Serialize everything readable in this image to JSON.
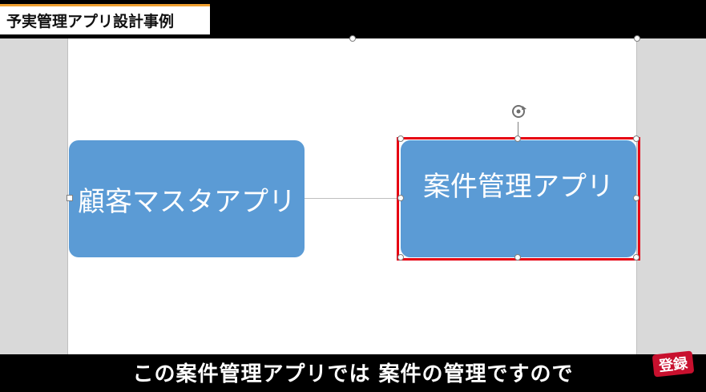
{
  "video": {
    "title": "予実管理アプリ設計事例",
    "subtitle": "この案件管理アプリでは 案件の管理ですので",
    "register_badge": "登録"
  },
  "diagram": {
    "left_shape_label": "顧客マスタアプリ",
    "right_shape_label": "案件管理アプリ"
  },
  "colors": {
    "shape_fill": "#5b9bd5",
    "highlight": "#e60012",
    "slide_bg": "#ffffff",
    "workspace_bg": "#d9d9d9"
  }
}
